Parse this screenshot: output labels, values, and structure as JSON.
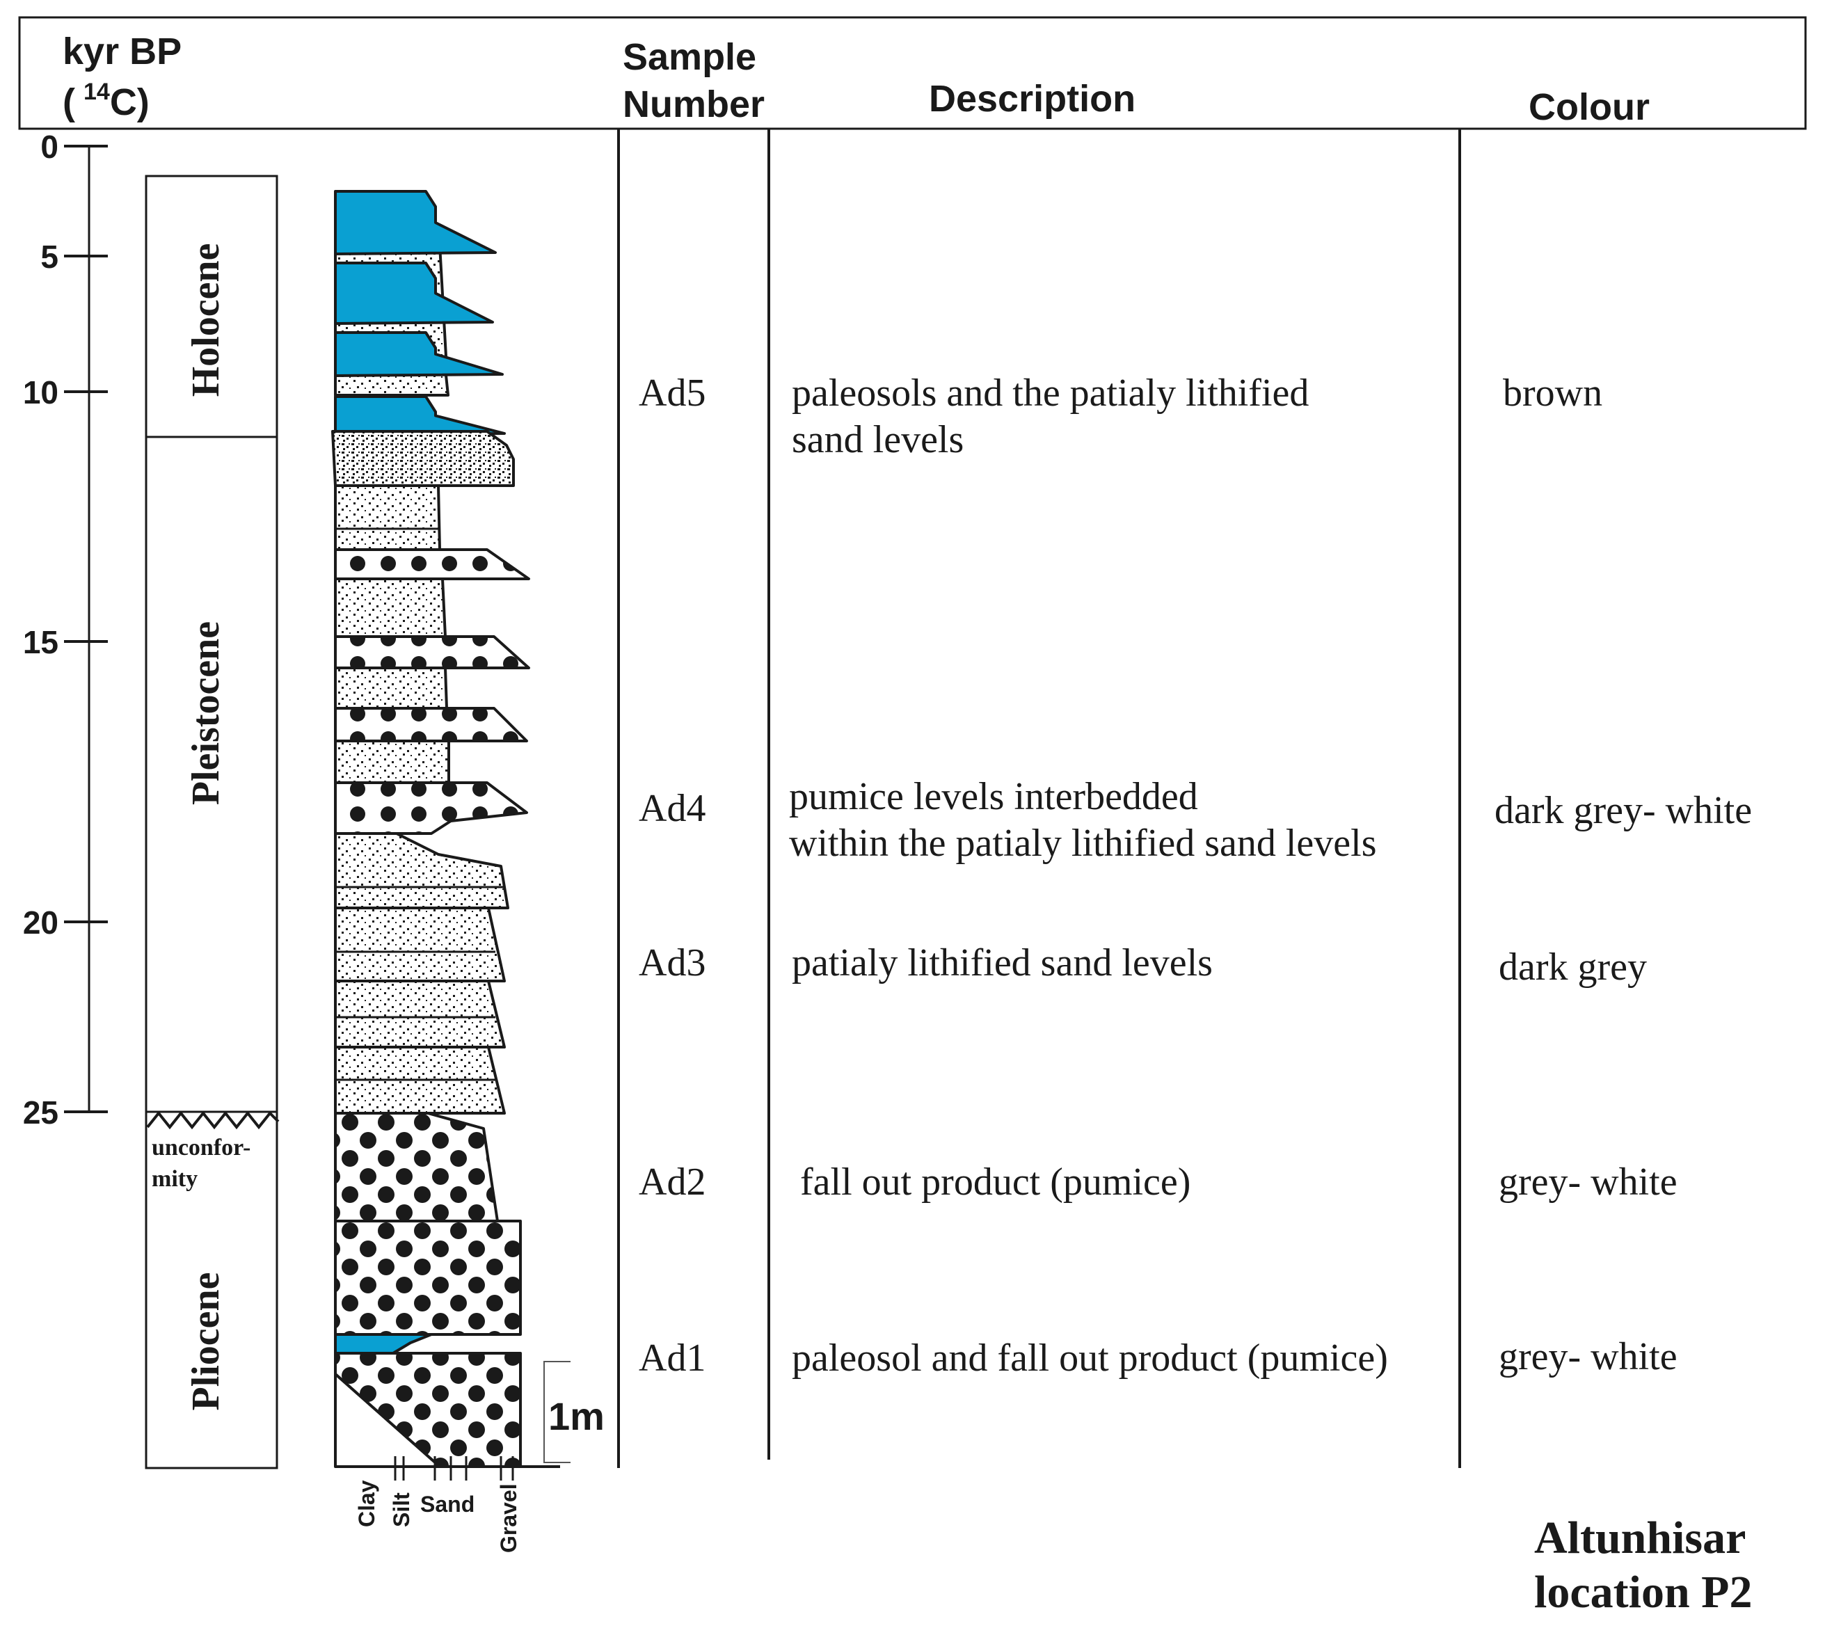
{
  "header": {
    "age_label_line1": "kyr BP",
    "age_label_open": "(",
    "age_label_sup": "14",
    "age_label_close": "C)",
    "sample_label_line1": "Sample",
    "sample_label_line2": "Number",
    "description_label": "Description",
    "colour_label": "Colour"
  },
  "age_axis": {
    "ticks": [
      "0",
      "5",
      "10",
      "15",
      "20",
      "25"
    ]
  },
  "epochs": [
    "Holocene",
    "Pleistocene",
    "Pliocene"
  ],
  "unconformity_line1": "unconfor-",
  "unconformity_line2": "mity",
  "scale_bar": "1m",
  "grain_size_labels": [
    "Clay",
    "Silt",
    "Sand",
    "Gravel"
  ],
  "samples": [
    {
      "id": "Ad5",
      "description": [
        "paleosols and the patialy lithified",
        "sand levels"
      ],
      "colour": "brown"
    },
    {
      "id": "Ad4",
      "description": [
        "pumice levels interbedded",
        "within the patialy lithified sand levels"
      ],
      "colour": "dark grey- white"
    },
    {
      "id": "Ad3",
      "description": [
        "patialy lithified sand levels"
      ],
      "colour": "dark grey"
    },
    {
      "id": "Ad2",
      "description": [
        "fall out product (pumice)"
      ],
      "colour": "grey- white"
    },
    {
      "id": "Ad1",
      "description": [
        "paleosol and fall out product (pumice)"
      ],
      "colour": "grey- white"
    }
  ],
  "location_line1": "Altunhisar",
  "location_line2": "location P2",
  "colors": {
    "paleosol": "#0aa0d2",
    "line": "#1a1a1a"
  }
}
